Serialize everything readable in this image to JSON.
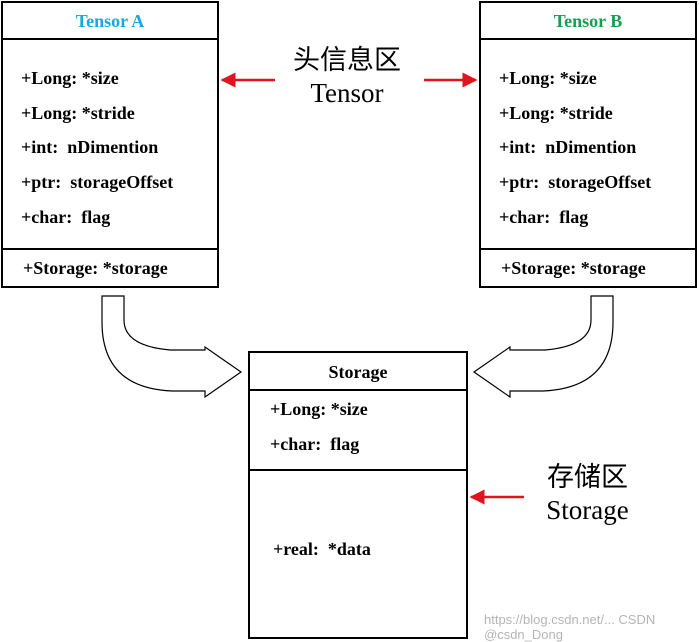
{
  "tensor_a": {
    "title": "Tensor A",
    "title_color": "#1aa7df",
    "fields": [
      "+Long: *size",
      "+Long: *stride",
      "+int:  nDimention",
      "+ptr:  storageOffset",
      "+char:  flag"
    ],
    "method": "+Storage: *storage"
  },
  "tensor_b": {
    "title": "Tensor B",
    "title_color": "#14a050",
    "fields": [
      "+Long: *size",
      "+Long: *stride",
      "+int:  nDimention",
      "+ptr:  storageOffset",
      "+char:  flag"
    ],
    "method": "+Storage: *storage"
  },
  "storage": {
    "title": "Storage",
    "fields": [
      "+Long: *size",
      "+char:  flag"
    ],
    "method": "+real:  *data"
  },
  "header_region": {
    "line1": "头信息区",
    "line2": "Tensor"
  },
  "storage_region": {
    "line1": "存储区",
    "line2": "Storage"
  },
  "watermark": "https://blog.csdn.net/... CSDN @csdn_Dong",
  "arrow_color": "#e0141e"
}
